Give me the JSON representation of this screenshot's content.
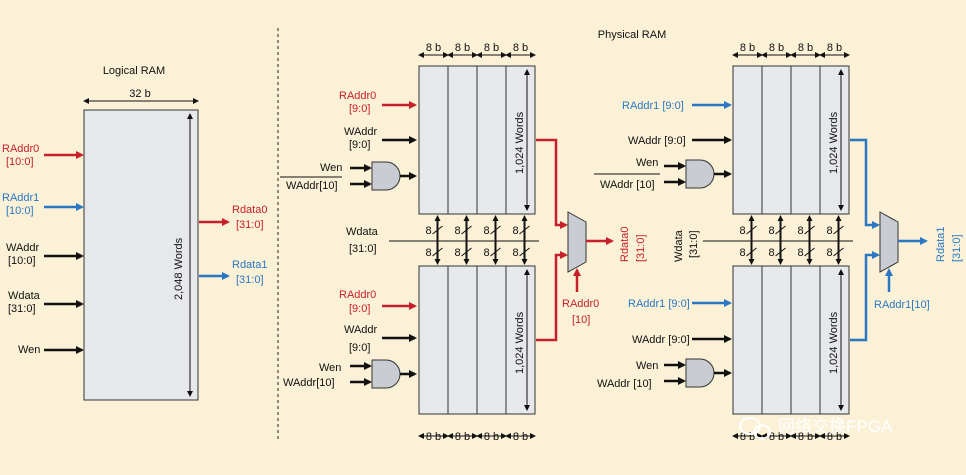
{
  "colors": {
    "background": "#fbf1d7",
    "block": "#e6e8ec",
    "red": "#c8202a",
    "blue": "#2a78c4",
    "black": "#111111"
  },
  "logical": {
    "title": "Logical RAM",
    "width_label": "32 b",
    "depth_label": "2,048 Words",
    "inputs": [
      {
        "line1": "RAddr0",
        "line2": "[10:0]",
        "color": "red"
      },
      {
        "line1": "RAddr1",
        "line2": "[10:0]",
        "color": "blue"
      },
      {
        "line1": "WAddr",
        "line2": "[10:0]",
        "color": "black"
      },
      {
        "line1": "Wdata",
        "line2": "[31:0]",
        "color": "black"
      },
      {
        "line1": "Wen",
        "line2": "",
        "color": "black"
      }
    ],
    "outputs": [
      {
        "line1": "Rdata0",
        "line2": "[31:0]",
        "color": "red"
      },
      {
        "line1": "Rdata1",
        "line2": "[31:0]",
        "color": "blue"
      }
    ]
  },
  "physical": {
    "title": "Physical RAM",
    "byte_label": "8 b",
    "bus_label": "8",
    "block_depth": "1,024 Words",
    "left": {
      "top_raddr": {
        "line1": "RAddr0",
        "line2": "[9:0]"
      },
      "top_waddr": {
        "line1": "WAddr",
        "line2": "[9:0]"
      },
      "wen": "Wen",
      "waddr10": "WAddr[10]",
      "wdata": {
        "line1": "Wdata",
        "line2": "[31:0]"
      },
      "bot_raddr": {
        "line1": "RAddr0",
        "line2": "[9:0]"
      },
      "bot_waddr": {
        "line1": "WAddr",
        "line2": "[9:0]"
      },
      "bot_wen": "Wen",
      "bot_waddr10": "WAddr[10]",
      "mux_out": {
        "line1": "Rdata0",
        "line2": "[31:0]"
      },
      "mux_sel": {
        "line1": "RAddr0",
        "line2": "[10]"
      }
    },
    "right": {
      "top_raddr": "RAddr1 [9:0]",
      "top_waddr": "WAddr [9:0]",
      "wen": "Wen",
      "waddr10": "WAddr [10]",
      "wdata": {
        "line1": "Wdata",
        "line2": "[31:0]"
      },
      "bot_raddr": "RAddr1 [9:0]",
      "bot_waddr": "WAddr [9:0]",
      "bot_wen": "Wen",
      "bot_waddr10": "WAddr [10]",
      "mux_out": {
        "line1": "Rdata1",
        "line2": "[31:0]"
      },
      "mux_sel": "RAddr1[10]"
    }
  },
  "watermark": "网络交换FPGA",
  "icons": {
    "watermark_icon": "wechat-icon"
  }
}
